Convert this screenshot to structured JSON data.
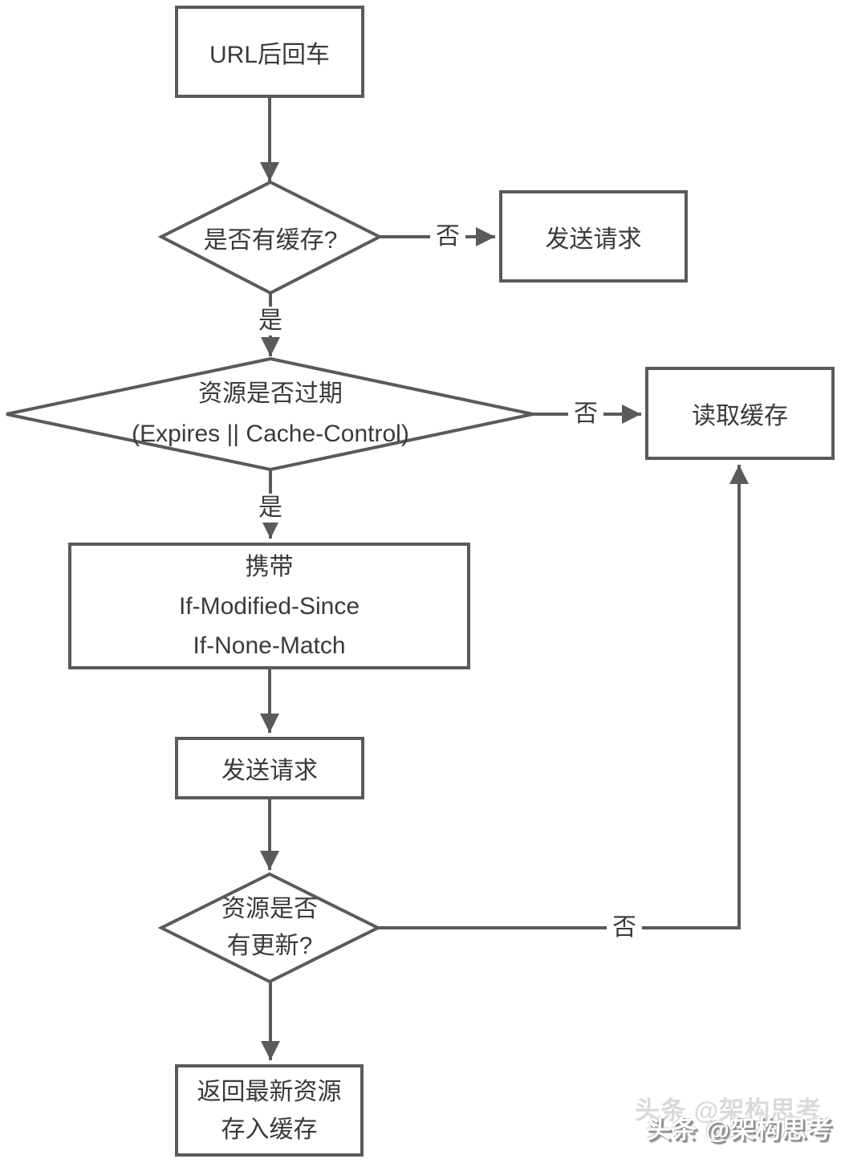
{
  "flowchart": {
    "title_hint": "browser-cache-decision-flow",
    "colors": {
      "stroke": "#5a5a5a",
      "text": "#3a3a3a",
      "background": "#ffffff"
    },
    "nodes": {
      "start": {
        "label": "URL后回车"
      },
      "has_cache": {
        "label": "是否有缓存?"
      },
      "send_request_top": {
        "label": "发送请求"
      },
      "expired": {
        "line1": "资源是否过期",
        "line2": "(Expires || Cache-Control)"
      },
      "read_cache": {
        "label": "读取缓存"
      },
      "carry_headers": {
        "line1": "携带",
        "line2": "If-Modified-Since",
        "line3": "If-None-Match"
      },
      "send_request_mid": {
        "label": "发送请求"
      },
      "updated": {
        "line1": "资源是否",
        "line2": "有更新?"
      },
      "return_store": {
        "line1": "返回最新资源",
        "line2": "存入缓存"
      }
    },
    "edge_labels": {
      "yes": "是",
      "no": "否"
    }
  },
  "watermark": {
    "text": "头条 @架构思考"
  }
}
